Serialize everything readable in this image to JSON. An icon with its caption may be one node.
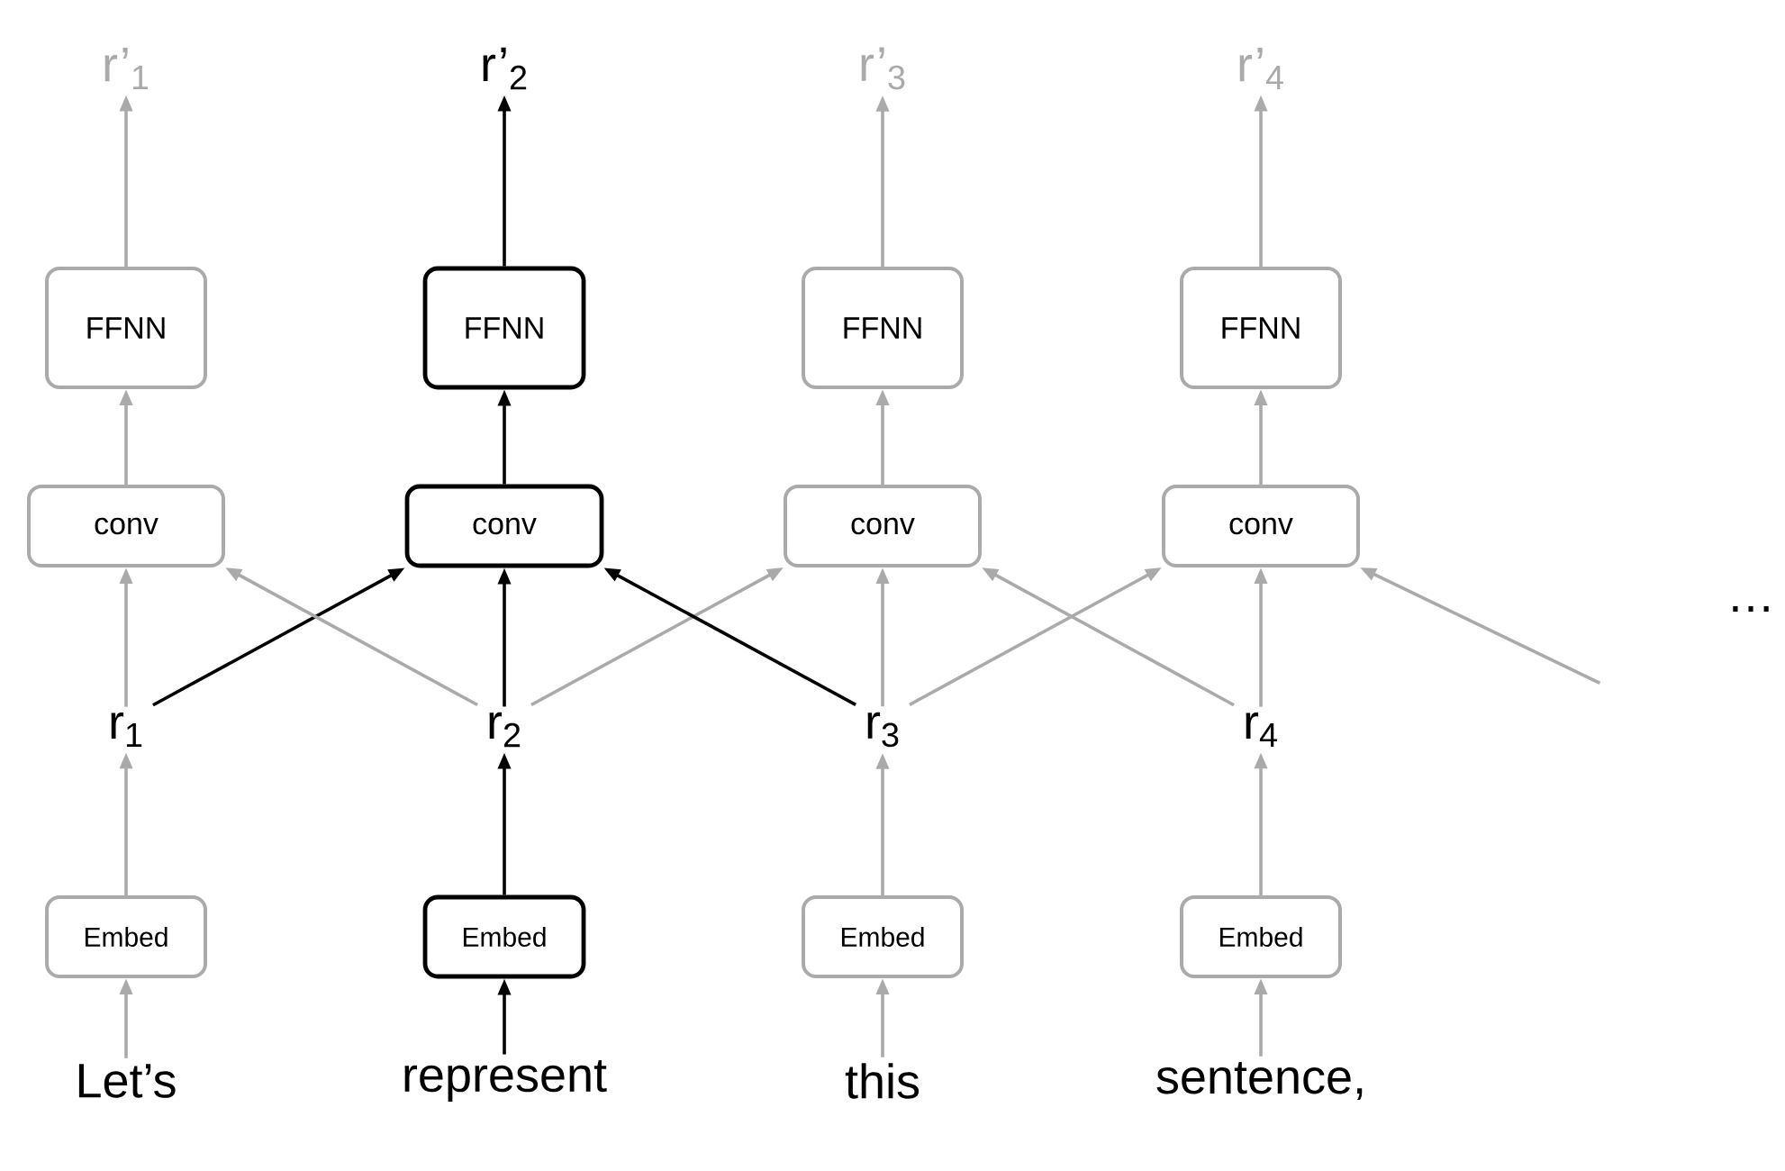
{
  "diagram": {
    "nodes": [
      {
        "text": [
          "Let’s"
        ]
      },
      {
        "text": [
          "represent"
        ]
      },
      {
        "text": [
          "this"
        ]
      },
      {
        "text": [
          "sentence,"
        ]
      },
      {
        "text": [
          "Embed"
        ]
      },
      {
        "text": [
          "Embed"
        ]
      },
      {
        "text": [
          "Embed"
        ]
      },
      {
        "text": [
          "Embed"
        ]
      },
      {
        "text": [
          "r$_{1}$"
        ]
      },
      {
        "text": [
          "r$_{2}$"
        ]
      },
      {
        "text": [
          "r$_{3}$"
        ]
      },
      {
        "text": [
          "r$_{4}$"
        ]
      },
      {
        "text": [
          "conv"
        ]
      },
      {
        "text": [
          "conv"
        ]
      },
      {
        "text": [
          "conv"
        ]
      },
      {
        "text": [
          "conv"
        ]
      },
      {
        "text": [
          "FFNN"
        ]
      },
      {
        "text": [
          "FFNN"
        ]
      },
      {
        "text": [
          "FFNN"
        ]
      },
      {
        "text": [
          "FFNN"
        ]
      },
      {
        "text": [
          "r’$_{1}$"
        ]
      },
      {
        "text": [
          "r’$_{2}$"
        ]
      },
      {
        "text": [
          "r’$_{3}$"
        ]
      },
      {
        "text": [
          "r’$_{4}$"
        ]
      }
    ],
    "edges": [
      {
        "from": 0,
        "to": 4,
        "arrow": "to"
      },
      {
        "from": 1,
        "to": 5,
        "arrow": "to",
        "color": "#000000"
      },
      {
        "from": 2,
        "to": 6,
        "arrow": "to"
      },
      {
        "from": 3,
        "to": 7,
        "arrow": "to"
      },
      {
        "from": 4,
        "to": 8,
        "arrow": "to"
      },
      {
        "from": 5,
        "to": 9,
        "arrow": "to",
        "color": "#000000"
      },
      {
        "from": 6,
        "to": 10,
        "arrow": "to"
      },
      {
        "from": 7,
        "to": 11,
        "arrow": "to"
      },
      {
        "from": 8,
        "to": 12,
        "arrow": "to"
      },
      {
        "from": 9,
        "to": 13,
        "arrow": "to",
        "color": "#000000"
      },
      {
        "from": 10,
        "to": 14,
        "arrow": "to"
      },
      {
        "from": 11,
        "to": 15,
        "arrow": "to"
      },
      {
        "from": 12,
        "to": 16,
        "arrow": "to"
      },
      {
        "from": 13,
        "to": 17,
        "arrow": "to",
        "color": "#000000"
      },
      {
        "from": 14,
        "to": 18,
        "arrow": "to"
      },
      {
        "from": 15,
        "to": 19,
        "arrow": "to"
      },
      {
        "from": 16,
        "to": 20,
        "arrow": "to"
      },
      {
        "from": 17,
        "to": 21,
        "arrow": "to",
        "color": "#000000"
      },
      {
        "from": 18,
        "to": 22,
        "arrow": "to"
      },
      {
        "from": 19,
        "to": 23,
        "arrow": "to"
      },
      {
        "from": 8,
        "to": 13,
        "arrow": "to",
        "color": "#000000"
      },
      {
        "from": 9,
        "to": 12,
        "arrow": "to"
      },
      {
        "from": 9,
        "to": 14,
        "arrow": "to"
      },
      {
        "from": 10,
        "to": 13,
        "arrow": "to",
        "color": "#000000"
      },
      {
        "from": 10,
        "to": 15,
        "arrow": "to"
      },
      {
        "from": 11,
        "to": 14,
        "arrow": "to"
      },
      {
        "from": null,
        "to": 15,
        "arrow": "to"
      }
    ],
    "labels": [
      "…"
    ]
  }
}
